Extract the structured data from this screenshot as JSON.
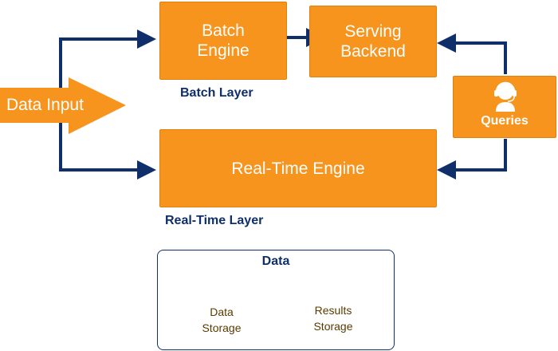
{
  "diagram": {
    "input": {
      "label": "Data Input"
    },
    "batch_engine": {
      "label": "Batch\nEngine"
    },
    "serving_backend": {
      "label": "Serving\nBackend"
    },
    "realtime_engine": {
      "label": "Real-Time Engine"
    },
    "queries": {
      "label": "Queries",
      "icon": "headset-user-icon"
    },
    "batch_layer_caption": "Batch Layer",
    "realtime_layer_caption": "Real-Time Layer",
    "data_panel": {
      "title": "Data",
      "stores": [
        {
          "label": "Data\nStorage"
        },
        {
          "label": "Results\nStorage"
        }
      ]
    }
  },
  "colors": {
    "box_orange": "#f7941d",
    "cylinder_yellow": "#fdb913",
    "arrow_navy": "#0f2f6b"
  }
}
